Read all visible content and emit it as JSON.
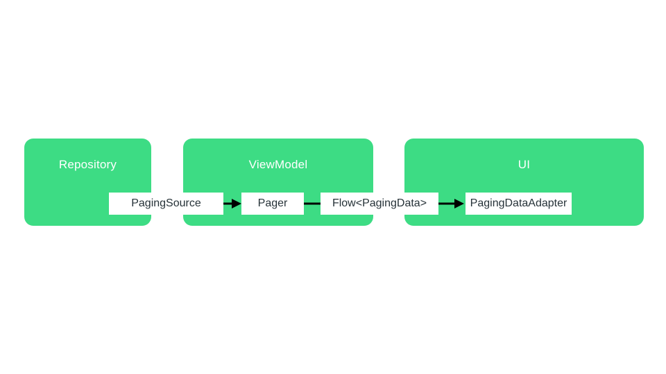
{
  "colors": {
    "layer_green": "#3ddc84",
    "label_text": "#263238",
    "layer_title_text": "#ffffff",
    "connector": "#000000",
    "background": "#ffffff"
  },
  "diagram": {
    "layers": [
      {
        "title": "Repository"
      },
      {
        "title": "ViewModel"
      },
      {
        "title": "UI"
      }
    ],
    "nodes": [
      {
        "label": "PagingSource"
      },
      {
        "label": "Pager"
      },
      {
        "label": "Flow<PagingData>"
      },
      {
        "label": "PagingDataAdapter"
      }
    ],
    "connectors": [
      {
        "from": "PagingSource",
        "to": "Pager",
        "style": "arrow"
      },
      {
        "from": "Pager",
        "to": "Flow<PagingData>",
        "style": "line"
      },
      {
        "from": "Flow<PagingData>",
        "to": "PagingDataAdapter",
        "style": "arrow"
      }
    ]
  }
}
